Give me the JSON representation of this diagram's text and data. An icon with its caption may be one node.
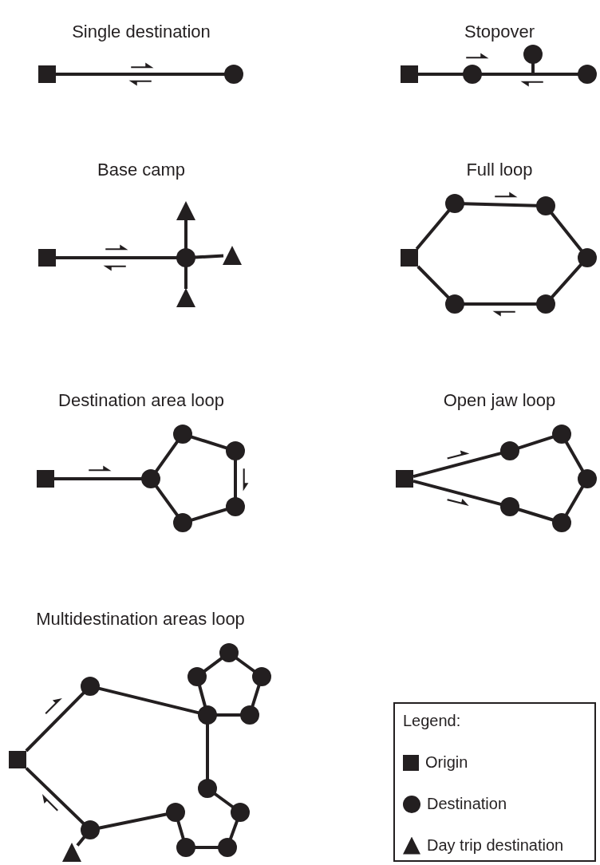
{
  "diagram": {
    "nodes": [
      {
        "text": [],
        "shape": "box"
      },
      {
        "text": [],
        "shape": "circle"
      },
      {
        "text": [],
        "shape": "box"
      },
      {
        "text": [],
        "shape": "circle"
      },
      {
        "text": [],
        "shape": "circle"
      },
      {
        "text": [],
        "shape": "circle"
      },
      {
        "text": [],
        "shape": "box"
      },
      {
        "text": [],
        "shape": "circle"
      },
      {
        "text": [],
        "shape": "triangle"
      },
      {
        "text": [],
        "shape": "triangle"
      },
      {
        "text": [],
        "shape": "triangle"
      },
      {
        "text": [],
        "shape": "box"
      },
      {
        "text": [],
        "shape": "circle"
      },
      {
        "text": [],
        "shape": "circle"
      },
      {
        "text": [],
        "shape": "circle"
      },
      {
        "text": [],
        "shape": "circle"
      },
      {
        "text": [],
        "shape": "circle"
      },
      {
        "text": [],
        "shape": "box"
      },
      {
        "text": [],
        "shape": "circle"
      },
      {
        "text": [],
        "shape": "circle"
      },
      {
        "text": [],
        "shape": "circle"
      },
      {
        "text": [],
        "shape": "circle"
      },
      {
        "text": [],
        "shape": "circle"
      },
      {
        "text": [],
        "shape": "box"
      },
      {
        "text": [],
        "shape": "circle"
      },
      {
        "text": [],
        "shape": "circle"
      },
      {
        "text": [],
        "shape": "circle"
      },
      {
        "text": [],
        "shape": "circle"
      },
      {
        "text": [],
        "shape": "circle"
      },
      {
        "text": [],
        "shape": "box"
      },
      {
        "text": [],
        "shape": "circle"
      },
      {
        "text": [],
        "shape": "circle"
      },
      {
        "text": [],
        "shape": "circle"
      },
      {
        "text": [],
        "shape": "circle"
      },
      {
        "text": [],
        "shape": "circle"
      },
      {
        "text": [],
        "shape": "circle"
      },
      {
        "text": [],
        "shape": "circle"
      },
      {
        "text": [],
        "shape": "circle"
      },
      {
        "text": [],
        "shape": "circle"
      },
      {
        "text": [],
        "shape": "circle"
      },
      {
        "text": [],
        "shape": "circle"
      },
      {
        "text": [],
        "shape": "circle"
      },
      {
        "text": [],
        "shape": "triangle"
      }
    ],
    "edges": [
      {
        "from": 0,
        "to": 1,
        "arrow": "none"
      },
      {
        "from": 2,
        "to": 3,
        "arrow": "none"
      },
      {
        "from": 3,
        "to": 5,
        "arrow": "none"
      },
      {
        "from": 4,
        "to": null,
        "arrow": "none"
      },
      {
        "from": 6,
        "to": 7,
        "arrow": "none"
      },
      {
        "from": 7,
        "to": 8,
        "arrow": "none"
      },
      {
        "from": 7,
        "to": 9,
        "arrow": "none"
      },
      {
        "from": 7,
        "to": 10,
        "arrow": "none"
      },
      {
        "from": 11,
        "to": 12,
        "arrow": "none"
      },
      {
        "from": 12,
        "to": 13,
        "arrow": "none"
      },
      {
        "from": 13,
        "to": 14,
        "arrow": "none"
      },
      {
        "from": 14,
        "to": 16,
        "arrow": "none"
      },
      {
        "from": 16,
        "to": 15,
        "arrow": "none"
      },
      {
        "from": 15,
        "to": 11,
        "arrow": "none"
      },
      {
        "from": 17,
        "to": 18,
        "arrow": "none"
      },
      {
        "from": 18,
        "to": 19,
        "arrow": "none"
      },
      {
        "from": 19,
        "to": 20,
        "arrow": "none"
      },
      {
        "from": 20,
        "to": 21,
        "arrow": "none"
      },
      {
        "from": 21,
        "to": 22,
        "arrow": "none"
      },
      {
        "from": 22,
        "to": 18,
        "arrow": "none"
      },
      {
        "from": 23,
        "to": 24,
        "arrow": "none"
      },
      {
        "from": 24,
        "to": 25,
        "arrow": "none"
      },
      {
        "from": 25,
        "to": 26,
        "arrow": "none"
      },
      {
        "from": 26,
        "to": 28,
        "arrow": "none"
      },
      {
        "from": 28,
        "to": 27,
        "arrow": "none"
      },
      {
        "from": 27,
        "to": 23,
        "arrow": "none"
      },
      {
        "from": 29,
        "to": 30,
        "arrow": "none"
      },
      {
        "from": 30,
        "to": 31,
        "arrow": "none"
      },
      {
        "from": 31,
        "to": 32,
        "arrow": "none"
      },
      {
        "from": 32,
        "to": 33,
        "arrow": "none"
      },
      {
        "from": 33,
        "to": 34,
        "arrow": "none"
      },
      {
        "from": 34,
        "to": 35,
        "arrow": "none"
      },
      {
        "from": 35,
        "to": 31,
        "arrow": "none"
      },
      {
        "from": 31,
        "to": 36,
        "arrow": "none"
      },
      {
        "from": 36,
        "to": 37,
        "arrow": "none"
      },
      {
        "from": 37,
        "to": 38,
        "arrow": "none"
      },
      {
        "from": 38,
        "to": 39,
        "arrow": "none"
      },
      {
        "from": 39,
        "to": 40,
        "arrow": "none"
      },
      {
        "from": 40,
        "to": 41,
        "arrow": "none"
      },
      {
        "from": 41,
        "to": 29,
        "arrow": "none"
      },
      {
        "from": 41,
        "to": 42,
        "arrow": "none"
      }
    ],
    "labels": [
      "Single destination",
      "Stopover",
      "Base camp",
      "Full loop",
      "Destination area loop",
      "Open jaw loop",
      "Multidestination areas loop",
      "Legend:"
    ],
    "legend": [
      {
        "text": "Origin"
      },
      {
        "text": "Destination"
      },
      {
        "text": "Day trip destination"
      }
    ]
  }
}
